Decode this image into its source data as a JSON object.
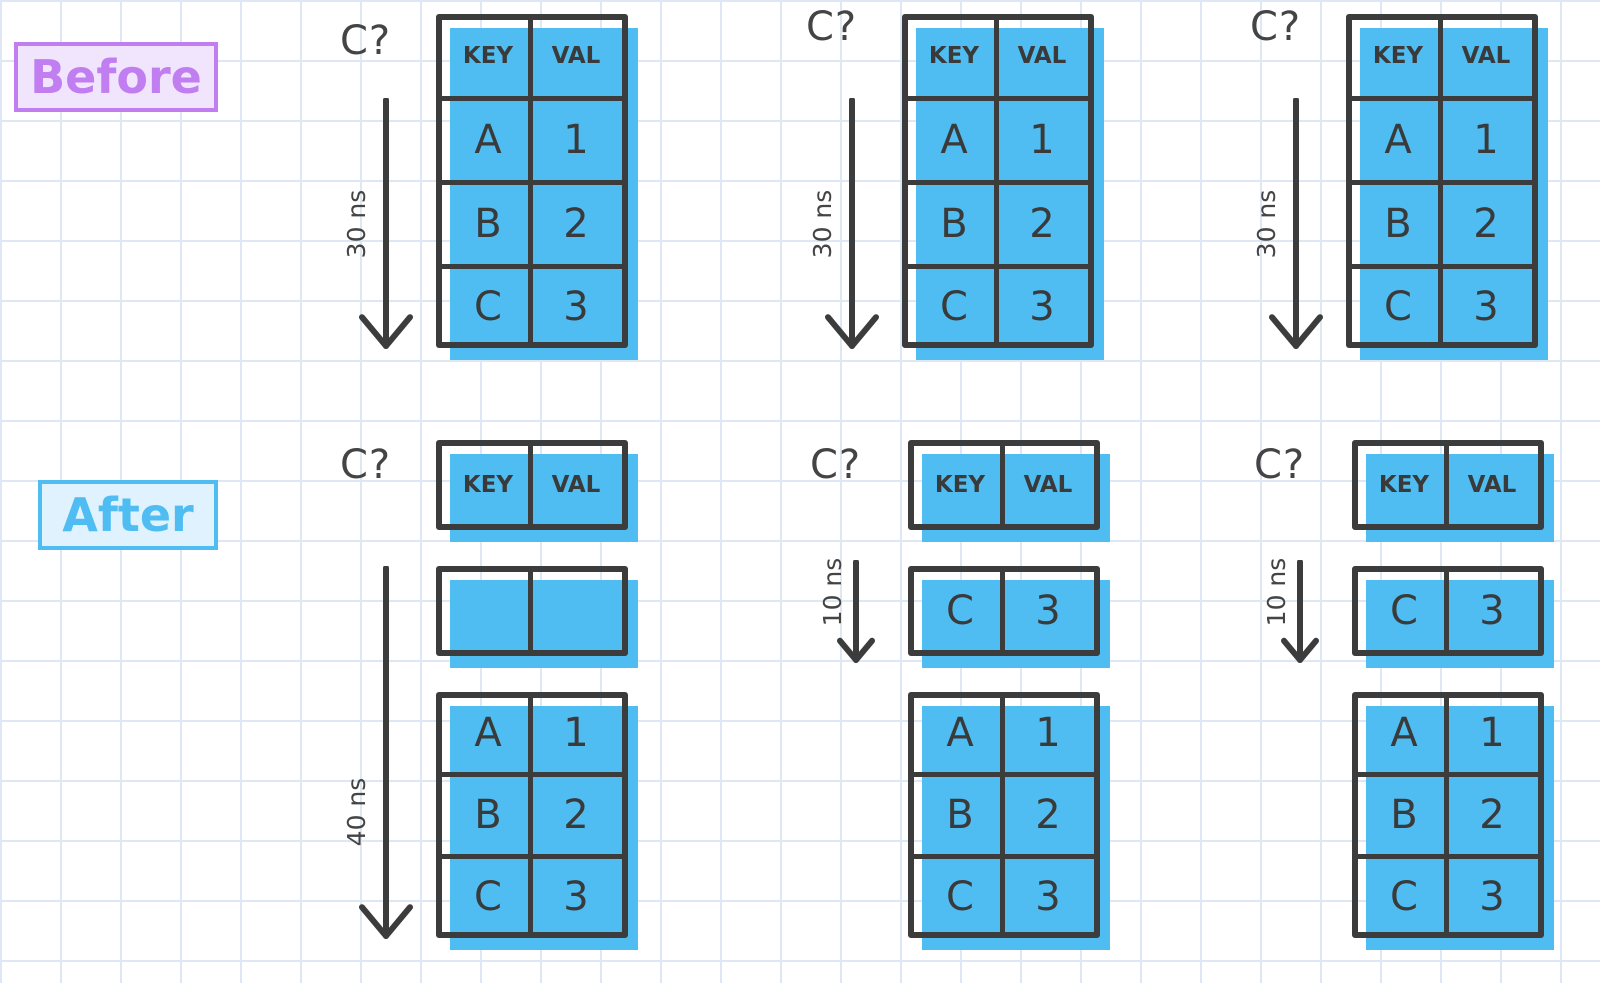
{
  "labels": {
    "before": "Before",
    "after": "After"
  },
  "colors": {
    "before_text": "#c07ef0",
    "before_border": "#c07ef0",
    "before_bg": "#f1e4fd",
    "after_text": "#4fbdf2",
    "after_border": "#4fbdf2",
    "after_bg": "#dff2fd",
    "table_fill": "#4fbdf2",
    "ink": "#3c3c3c",
    "grid": "#dde8f4"
  },
  "query": "C?",
  "headers": {
    "key": "KEY",
    "val": "VAL"
  },
  "rows": [
    {
      "key": "A",
      "val": "1"
    },
    {
      "key": "B",
      "val": "2"
    },
    {
      "key": "C",
      "val": "3"
    }
  ],
  "cache_hit": {
    "key": "C",
    "val": "3"
  },
  "timings": {
    "before": [
      "30 ns",
      "30 ns",
      "30 ns"
    ],
    "after": [
      "40 ns",
      "10 ns",
      "10 ns"
    ]
  }
}
